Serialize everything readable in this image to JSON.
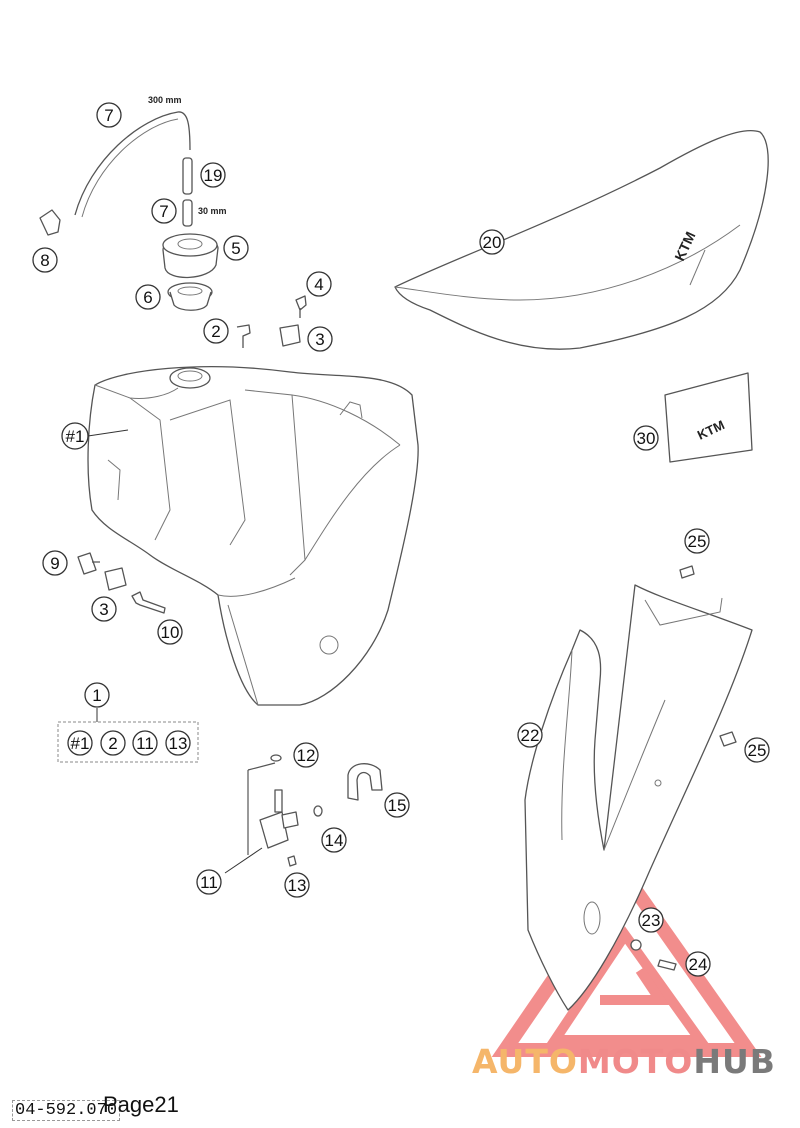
{
  "dimensions": {
    "hose_long": "300 mm",
    "hose_short": "30 mm"
  },
  "callouts": [
    {
      "id": "c7a",
      "label": "7"
    },
    {
      "id": "c19",
      "label": "19"
    },
    {
      "id": "c7b",
      "label": "7"
    },
    {
      "id": "c8",
      "label": "8"
    },
    {
      "id": "c5",
      "label": "5"
    },
    {
      "id": "c6",
      "label": "6"
    },
    {
      "id": "c4",
      "label": "4"
    },
    {
      "id": "c2",
      "label": "2"
    },
    {
      "id": "c3a",
      "label": "3"
    },
    {
      "id": "c1tank",
      "label": "#1"
    },
    {
      "id": "c9",
      "label": "9"
    },
    {
      "id": "c3b",
      "label": "3"
    },
    {
      "id": "c10",
      "label": "10"
    },
    {
      "id": "c1",
      "label": "1"
    },
    {
      "id": "kit1",
      "label": "#1"
    },
    {
      "id": "kit2",
      "label": "2"
    },
    {
      "id": "kit11",
      "label": "11"
    },
    {
      "id": "kit13",
      "label": "13"
    },
    {
      "id": "c12",
      "label": "12"
    },
    {
      "id": "c15",
      "label": "15"
    },
    {
      "id": "c14",
      "label": "14"
    },
    {
      "id": "c11",
      "label": "11"
    },
    {
      "id": "c13",
      "label": "13"
    },
    {
      "id": "c20",
      "label": "20"
    },
    {
      "id": "c30",
      "label": "30"
    },
    {
      "id": "c25a",
      "label": "25"
    },
    {
      "id": "c22",
      "label": "22"
    },
    {
      "id": "c25b",
      "label": "25"
    },
    {
      "id": "c23",
      "label": "23"
    },
    {
      "id": "c24",
      "label": "24"
    }
  ],
  "brand_marks": {
    "seat": "KTM",
    "patch": "KTM"
  },
  "footer": {
    "page": "Page21",
    "code": "04-592.070"
  },
  "watermark": {
    "part1": "AUTO",
    "part2": "MOTO",
    "part3": "HUB"
  },
  "colors": {
    "watermark_red": "#e8312f",
    "watermark_orange": "#f5a54a",
    "watermark_gray": "#777777"
  }
}
